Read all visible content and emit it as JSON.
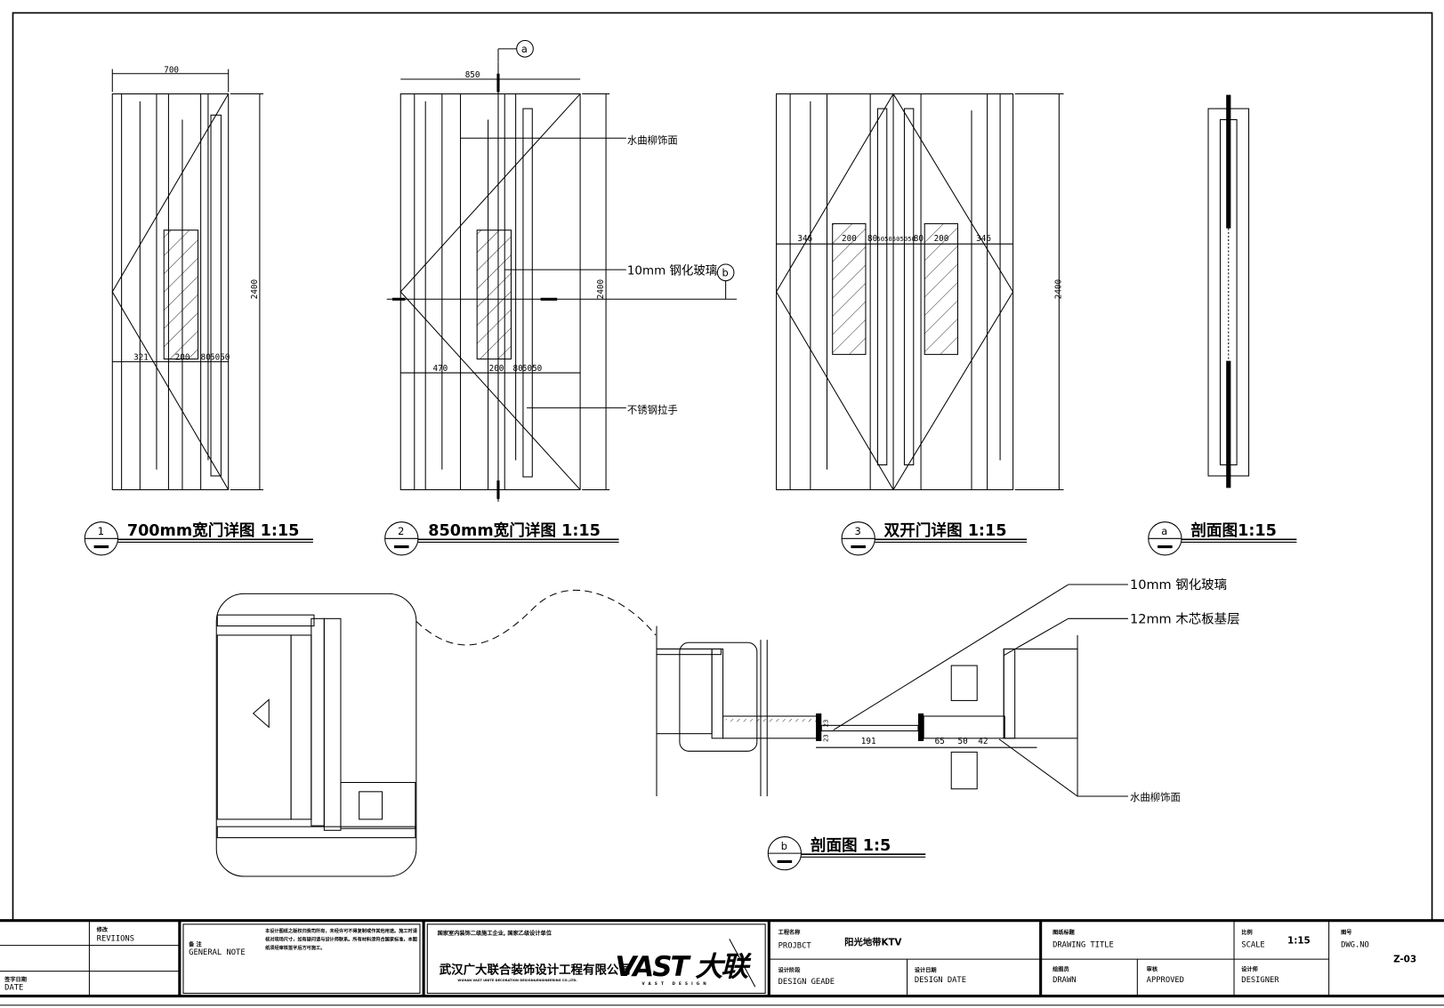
{
  "drawings": {
    "door1": {
      "num": "1",
      "title": "700mm宽门详图  1:15",
      "width": "700",
      "height": "2400",
      "dims": [
        "321",
        "200",
        "80",
        "5050"
      ]
    },
    "door2": {
      "num": "2",
      "title": "850mm宽门详图  1:15",
      "width": "850",
      "height": "2400",
      "dims": [
        "470",
        "200",
        "80",
        "5050"
      ],
      "callouts": {
        "veneer": "水曲柳饰面",
        "glass": "10mm 钢化玻璃",
        "handle": "不锈钢拉手"
      },
      "section_a": "a",
      "section_b": "b"
    },
    "door3": {
      "num": "3",
      "title": "双开门详图  1:15",
      "height": "2400",
      "dims": [
        "346",
        "200",
        "80",
        "5050505050",
        "80",
        "200",
        "346"
      ]
    },
    "section_a": {
      "num": "a",
      "title": "剖面图1:15"
    },
    "section_b": {
      "num": "b",
      "title": "剖面图  1:5",
      "dims": [
        "191",
        "65",
        "50",
        "42",
        "23",
        "23"
      ],
      "callouts": {
        "glass": "10mm 钢化玻璃",
        "board": "12mm 木芯板基层",
        "veneer": "水曲柳饰面"
      }
    }
  },
  "title_block": {
    "revisions_cn": "修改",
    "revisions": "REVIIONS",
    "date_cn": "签字日期",
    "date": "DATE",
    "note_cn": "备 注",
    "note": "GENERAL NOTE",
    "note_text": "本设计图纸之版权归我司所有，未经许可不得复制或作其他用途。施工时请核对现场尺寸，如有疑问请与设计师联系。所有材料须符合国家标准，本图纸须经审核签字后方可施工。",
    "company_qual": "国家室内装饰二级施工企业, 国家乙级设计单位",
    "company_name": "武汉广大联合装饰设计工程有限公司",
    "company_en": "WUHAN VAST UNITE DECORATION DESIGN&ENGINEERING CO.,LTD.",
    "logo": "VAST 大联",
    "logo_sub": "VAST DESIGN",
    "project_cn": "工程名称",
    "project": "PROJBCT",
    "project_value": "阳光地带KTV",
    "grade_cn": "设计阶段",
    "grade": "DESIGN GEADE",
    "design_date_cn": "设计日期",
    "design_date": "DESIGN DATE",
    "title_cn": "图纸标题",
    "title": "DRAWING TITLE",
    "drawn_cn": "绘图员",
    "drawn": "DRAWN",
    "approved_cn": "审核",
    "approved": "APPROVED",
    "scale_cn": "比例",
    "scale": "SCALE",
    "scale_value": "1:15",
    "designer_cn": "设计师",
    "designer": "DESIGNER",
    "dwg_cn": "图号",
    "dwg": "DWG.NO",
    "dwg_value": "Z-03"
  }
}
